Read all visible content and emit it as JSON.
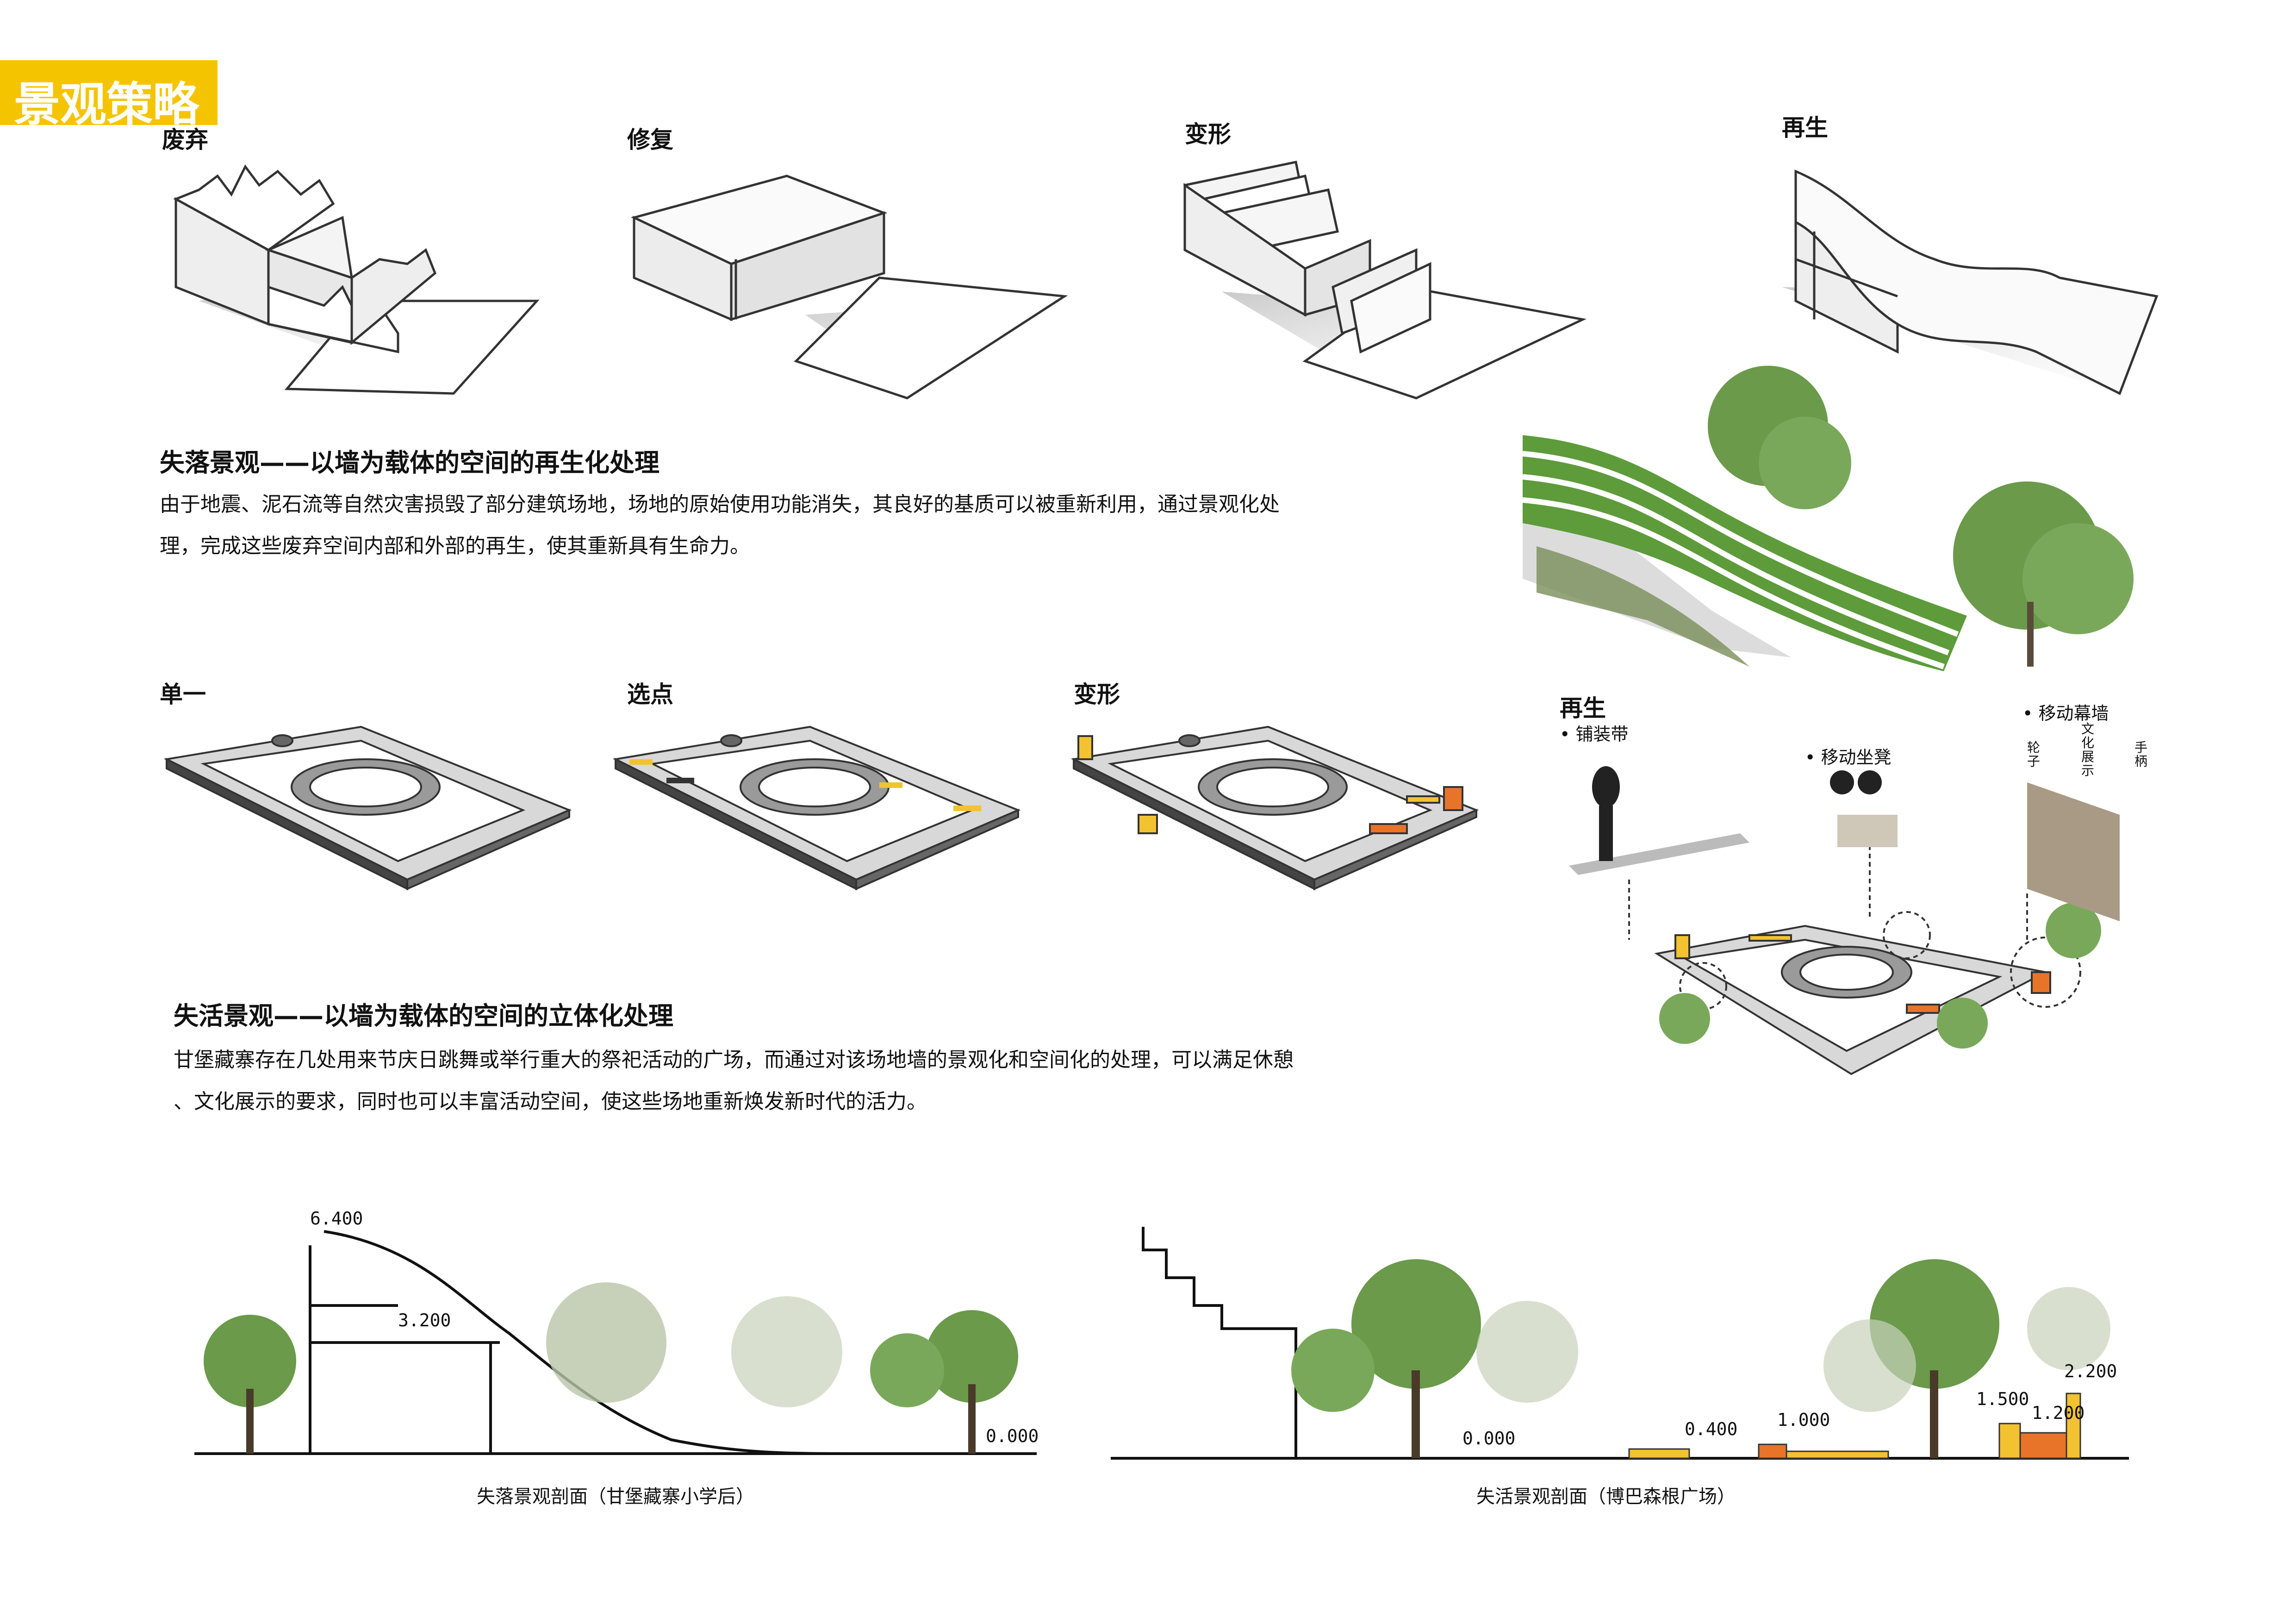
{
  "header": {
    "title": "景观策略"
  },
  "row1": {
    "stages": [
      {
        "label": "废弃"
      },
      {
        "label": "修复"
      },
      {
        "label": "变形"
      },
      {
        "label": "再生"
      }
    ]
  },
  "section1": {
    "heading": "失落景观——以墙为载体的空间的再生化处理",
    "lines": [
      "由于地震、泥石流等自然灾害损毁了部分建筑场地，场地的原始使用功能消失，其良好的基质可以被重新利用，通过景观化处",
      "理，完成这些废弃空间内部和外部的再生，使其重新具有生命力。"
    ]
  },
  "row2": {
    "stages": [
      {
        "label": "单一"
      },
      {
        "label": "选点"
      },
      {
        "label": "变形"
      }
    ]
  },
  "section2": {
    "heading": "失活景观——以墙为载体的空间的立体化处理",
    "lines": [
      "甘堡藏寨存在几处用来节庆日跳舞或举行重大的祭祀活动的广场，而通过对该场地墙的景观化和空间化的处理，可以满足休憩",
      "、文化展示的要求，同时也可以丰富活动空间，使这些场地重新焕发新时代的活力。"
    ]
  },
  "regen": {
    "title": "再生",
    "items": [
      {
        "label": "铺装带"
      },
      {
        "label": "移动坐凳"
      },
      {
        "label": "移动幕墙"
      }
    ],
    "wall_labels": [
      {
        "label": "轮子"
      },
      {
        "label": "文化展示"
      },
      {
        "label": "手柄"
      }
    ]
  },
  "sections": {
    "left": {
      "caption": "失落景观剖面（甘堡藏寨小学后）",
      "elevations": [
        "6.400",
        "3.200",
        "0.000"
      ]
    },
    "right": {
      "caption": "失活景观剖面（博巴森根广场）",
      "elevations": [
        "0.000",
        "0.400",
        "1.000",
        "1.500",
        "1.200",
        "2.200"
      ]
    }
  },
  "colors": {
    "badge": "#f5c400",
    "green_stripe": "#5d9b3b",
    "tree": "#6a9a4a",
    "orange": "#e8742a",
    "yellow": "#f2c230"
  }
}
